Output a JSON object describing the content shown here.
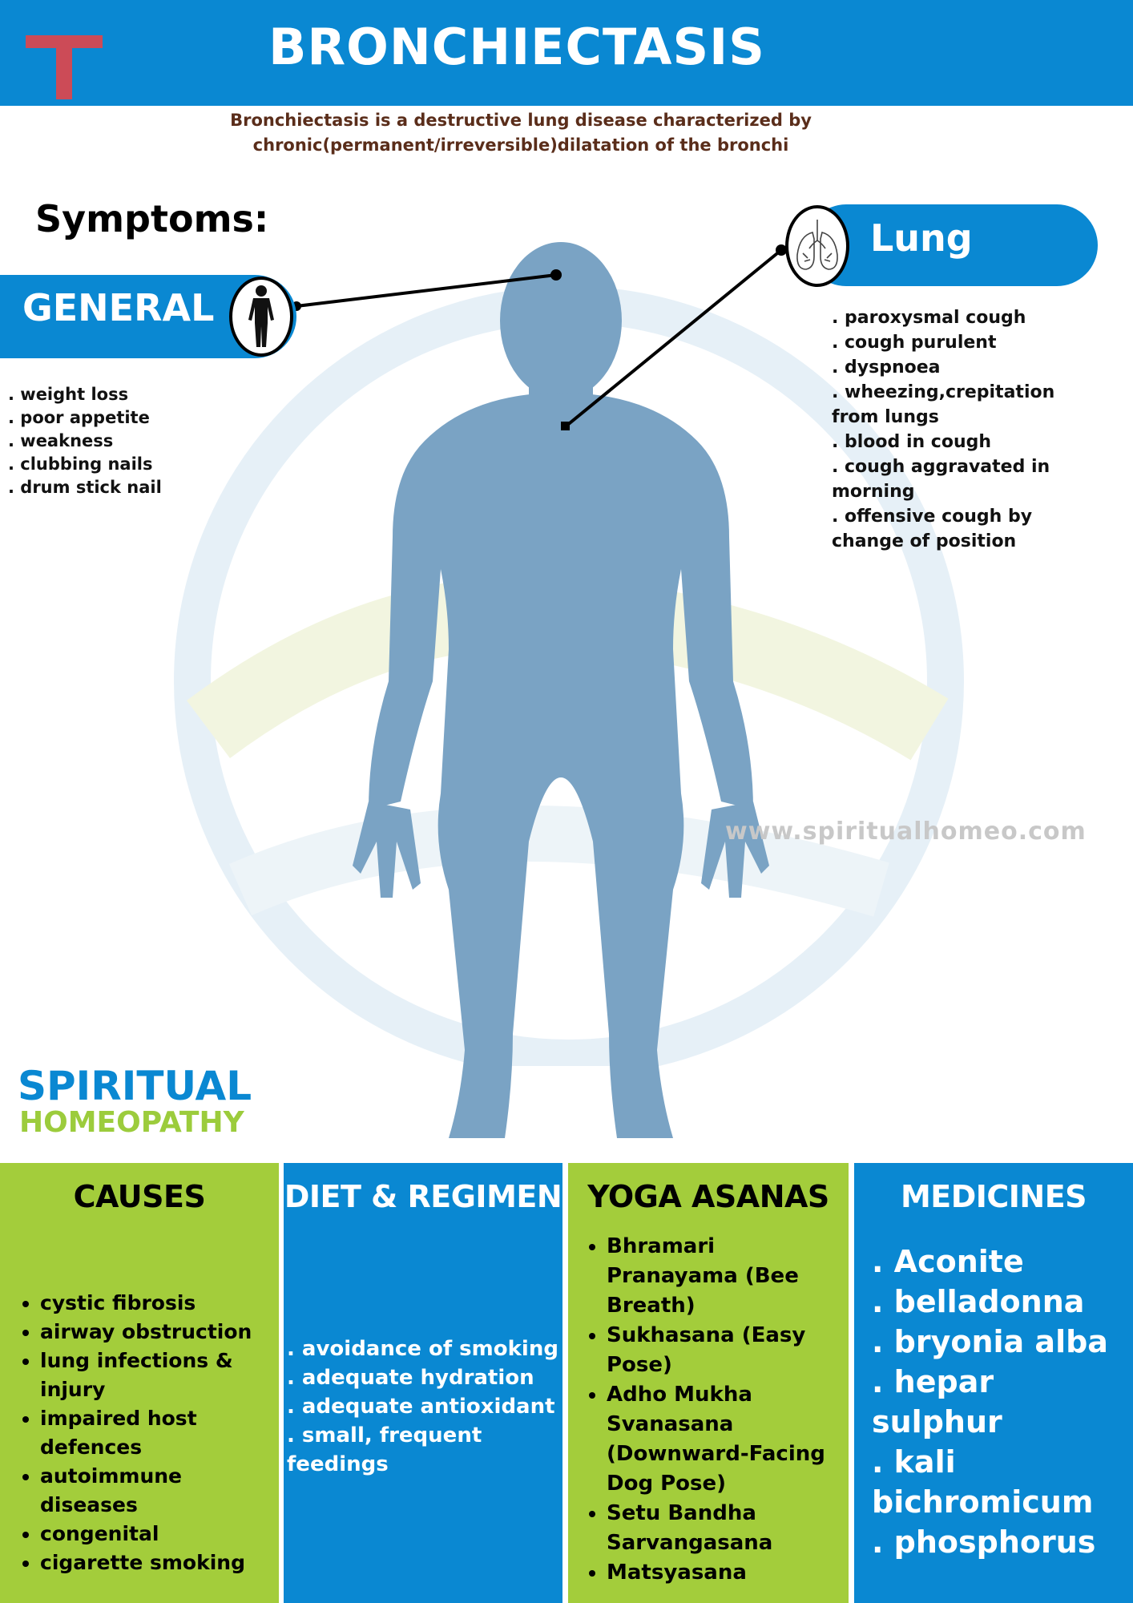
{
  "header": {
    "title": "BRONCHIECTASIS"
  },
  "intro": {
    "line1": "Bronchiectasis is a destructive lung disease characterized by",
    "line2": "chronic(permanent/irreversible)dilatation of the bronchi"
  },
  "symptoms": {
    "title": "Symptoms:"
  },
  "general": {
    "label": "GENERAL",
    "items": [
      ". weight loss",
      ". poor appetite",
      ". weakness",
      ". clubbing nails",
      ". drum stick nail"
    ]
  },
  "lung": {
    "label": "Lung",
    "items": [
      ". paroxysmal cough",
      ". cough purulent",
      ". dyspnoea",
      ". wheezing,crepitation from lungs",
      ". blood in cough",
      ". cough aggravated in morning",
      ". offensive cough by change of position"
    ]
  },
  "website": "www.spiritualhomeo.com",
  "brand": {
    "line1": "SPIRITUAL",
    "line2": "HOMEOPATHY"
  },
  "causes": {
    "title": "CAUSES",
    "items": [
      "cystic fibrosis",
      "airway obstruction",
      "lung infections & injury",
      "impaired host defences",
      "autoimmune diseases",
      "congenital",
      "cigarette smoking"
    ]
  },
  "diet": {
    "title": "DIET & REGIMEN",
    "items": [
      ". avoidance of smoking",
      ". adequate hydration",
      ". adequate antioxidant",
      ". small, frequent feedings"
    ]
  },
  "yoga": {
    "title": "YOGA ASANAS",
    "items": [
      "Bhramari Pranayama (Bee Breath)",
      "Sukhasana (Easy Pose)",
      "Adho Mukha Svanasana (Downward-Facing Dog Pose)",
      "Setu Bandha Sarvangasana",
      "Matsyasana"
    ]
  },
  "medicines": {
    "title": "MEDICINES",
    "items": [
      ". Aconite",
      ". belladonna",
      ". bryonia alba",
      ". hepar sulphur",
      ". kali bichromicum",
      ". phosphorus"
    ]
  },
  "colors": {
    "blue": "#0a88d2",
    "green": "#a3cd3b",
    "figure": "#7aa3c4",
    "logo_red": "#cc4b57"
  },
  "icons": {
    "logo": "t-logo-icon",
    "general": "human-silhouette-icon",
    "lung": "lungs-icon"
  }
}
